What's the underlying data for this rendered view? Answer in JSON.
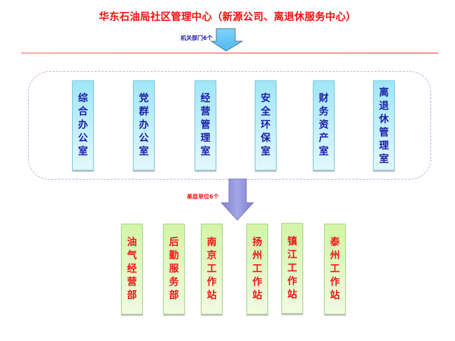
{
  "title": "华东石油局社区管理中心（新源公司、离退休服务中心）",
  "admin_section": {
    "label": "机关部门6个",
    "departments": [
      {
        "name": "综合办公室"
      },
      {
        "name": "党群办公室"
      },
      {
        "name": "经营管理室"
      },
      {
        "name": "安全环保室"
      },
      {
        "name": "财务资产室"
      },
      {
        "name": "离退休管理室"
      }
    ]
  },
  "base_section": {
    "label": "基层单位6个",
    "units": [
      {
        "name": "油气经营部"
      },
      {
        "name": "后勤服务部"
      },
      {
        "name": "南京工作站"
      },
      {
        "name": "扬州工作站"
      },
      {
        "name": "镇江工作站"
      },
      {
        "name": "泰州工作站"
      }
    ]
  },
  "colors": {
    "title": "#f20f0f",
    "admin_text": "#1b1ba6",
    "base_text": "#f21313",
    "admin_box": "#a8e8f8",
    "base_box": "#d6f5b0",
    "arrow_top": "#5cc3f5",
    "arrow_bottom": "#8a8dd6",
    "divider": "#f48a8a",
    "container_border": "#c9a6e2"
  }
}
